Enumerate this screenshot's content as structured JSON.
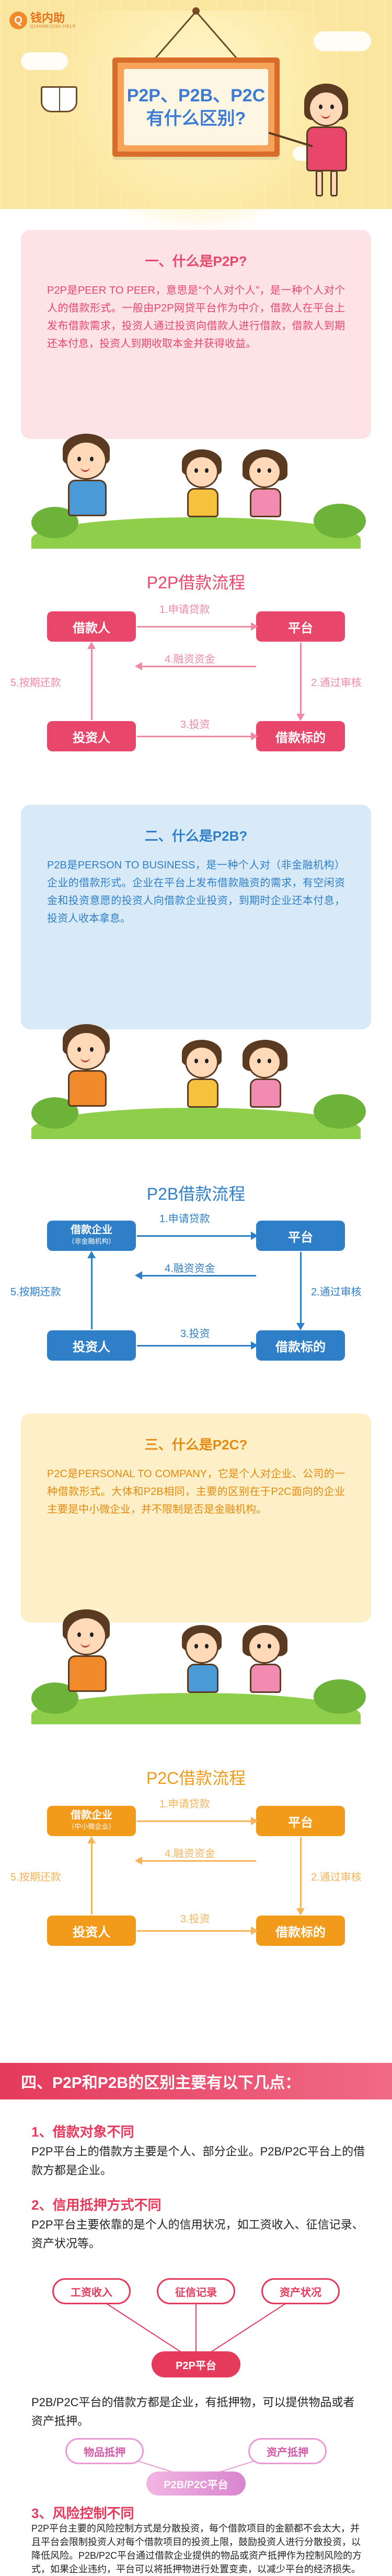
{
  "brand": {
    "name": "钱内助",
    "sub": "QIANNEIZHU HELP"
  },
  "hero": {
    "line1": "P2P、P2B、P2C",
    "line2": "有什么区别?"
  },
  "colors": {
    "p2p_accent": "#e8466a",
    "p2p_card": "#fde3e6",
    "p2b_accent": "#2f7fc8",
    "p2b_card": "#d8eaf8",
    "p2c_accent": "#f29b1b",
    "p2c_card": "#fdf0c8",
    "section4": "#e53a5b"
  },
  "p2p": {
    "title": "一、什么是P2P?",
    "text": "P2P是PEER TO PEER，意思是“个人对个人”，是一种个人对个人的借款形式。一般由P2P网贷平台作为中介，借款人在平台上发布借款需求，投资人通过投资向借款人进行借款，借款人到期还本付息，投资人到期收取本金并获得收益。",
    "flow_title": "P2P借款流程",
    "nodes": {
      "borrower": "借款人",
      "platform": "平台",
      "investor": "投资人",
      "target": "借款标的"
    },
    "steps": {
      "s1": "1.申请贷款",
      "s2": "2.通过审核",
      "s3": "3.投资",
      "s4": "4.融资资金",
      "s5": "5.按期还款"
    }
  },
  "p2b": {
    "title": "二、什么是P2B?",
    "text": "P2B是PERSON TO BUSINESS，是一种个人对（非金融机构）企业的借款形式。企业在平台上发布借款融资的需求，有空闲资金和投资意愿的投资人向借款企业投资，到期时企业还本付息，投资人收本拿息。",
    "flow_title": "P2B借款流程",
    "nodes": {
      "borrower": "借款企业",
      "borrower_sub": "（非金融机构）",
      "platform": "平台",
      "investor": "投资人",
      "target": "借款标的"
    },
    "steps": {
      "s1": "1.申请贷款",
      "s2": "2.通过审核",
      "s3": "3.投资",
      "s4": "4.融资资金",
      "s5": "5.按期还款"
    }
  },
  "p2c": {
    "title": "三、什么是P2C?",
    "text": "P2C是PERSONAL TO COMPANY，它是个人对企业、公司的一种借款形式。大体和P2B相同，主要的区别在于P2C面向的企业主要是中小微企业，并不限制是否是金融机构。",
    "flow_title": "P2C借款流程",
    "nodes": {
      "borrower": "借款企业",
      "borrower_sub": "（中小微企业）",
      "platform": "平台",
      "investor": "投资人",
      "target": "借款标的"
    },
    "steps": {
      "s1": "1.申请贷款",
      "s2": "2.通过审核",
      "s3": "3.投资",
      "s4": "4.融资资金",
      "s5": "5.按期还款"
    }
  },
  "section4": {
    "banner": "四、P2P和P2B的区别主要有以下几点：",
    "p1_title": "1、借款对象不同",
    "p1_text": "P2P平台上的借款方主要是个人、部分企业。P2B/P2C平台上的借款方都是企业。",
    "p2_title": "2、信用抵押方式不同",
    "p2_text": "P2P平台主要依靠的是个人的信用状况，如工资收入、征信记录、资产状况等。",
    "pills": {
      "salary": "工资收入",
      "credit": "征信记录",
      "assets": "资产状况",
      "p2p_platform": "P2P平台"
    },
    "p2_text2": "P2B/P2C平台的借款方都是企业，有抵押物，可以提供物品或者资产抵押。",
    "pills2": {
      "goods": "物品抵押",
      "asset_pledge": "资产抵押",
      "p2b_platform": "P2B/P2C平台"
    },
    "p3_title": "3、风险控制不同",
    "p3_text": "P2P平台主要的风险控制方式是分散投资，每个借款项目的金额都不会太大，并且平台会限制投资人对每个借款项目的投资上限，鼓励投资人进行分散投资，以降低风险。P2B/P2C平台通过借款企业提供的物品或资产抵押作为控制风险的方式，如果企业违约，平台可以将抵押物进行处置变卖，以减少平台的经济损失。"
  }
}
